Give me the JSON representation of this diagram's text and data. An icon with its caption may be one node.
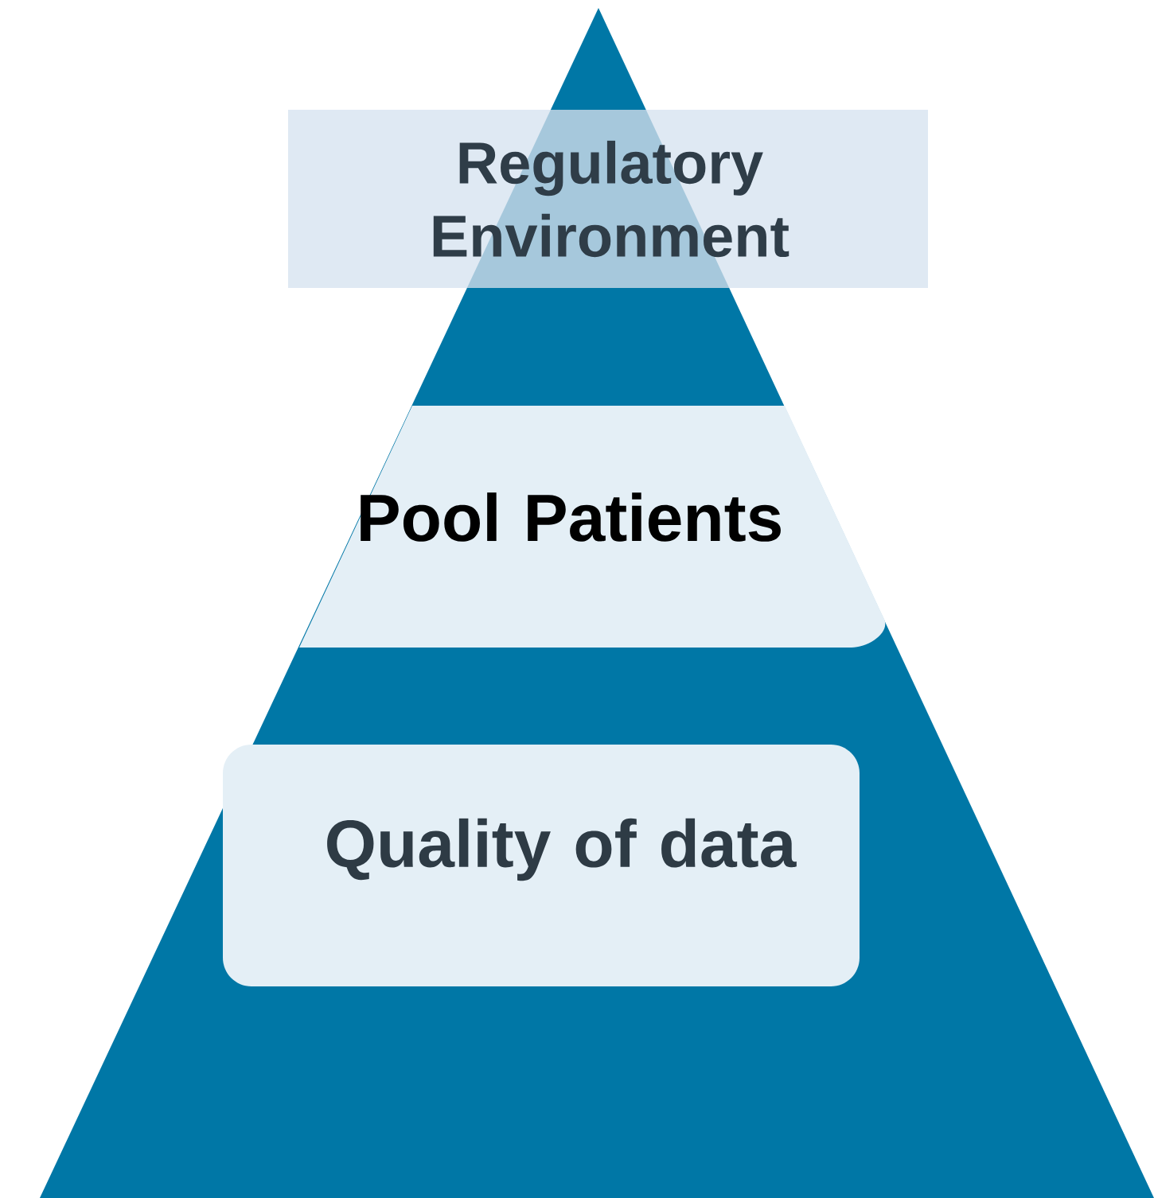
{
  "diagram": {
    "nodes": [
      {
        "text": [
          "Regulatory Environment"
        ]
      },
      {
        "text": [
          "Pool Patients"
        ]
      },
      {
        "text": [
          "Quality of data"
        ]
      }
    ]
  }
}
